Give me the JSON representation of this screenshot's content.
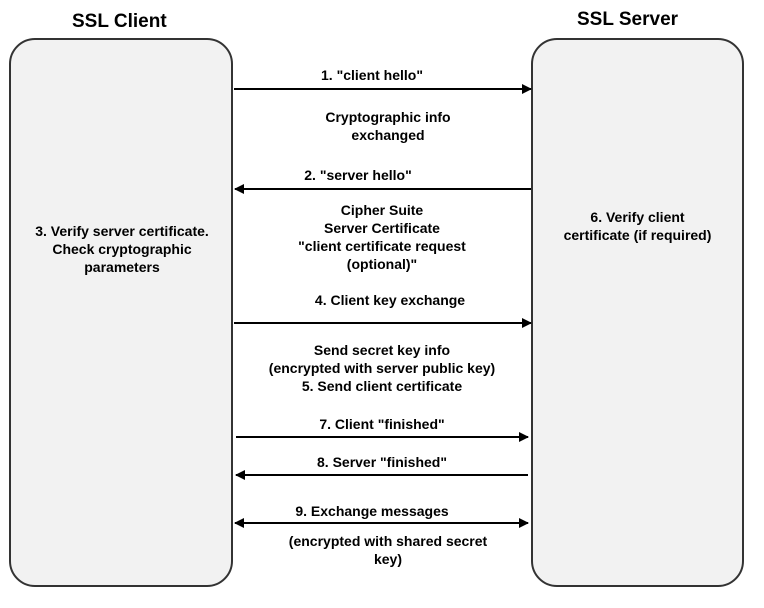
{
  "client": {
    "title": "SSL Client",
    "note_lines": [
      "3. Verify server certificate.",
      "Check cryptographic",
      "parameters"
    ]
  },
  "server": {
    "title": "SSL Server",
    "note_lines": [
      "6. Verify client",
      "certificate (if required)"
    ]
  },
  "messages": [
    {
      "label": "1. \"client hello\"",
      "direction": "client-to-server"
    },
    {
      "label": "2. \"server hello\"",
      "direction": "server-to-client"
    },
    {
      "label": "4. Client key exchange",
      "direction": "client-to-server"
    },
    {
      "label": "7.  Client \"finished\"",
      "direction": "client-to-server"
    },
    {
      "label": "8. Server \"finished\"",
      "direction": "server-to-client"
    },
    {
      "label": "9. Exchange messages",
      "direction": "bidirectional"
    }
  ],
  "notes": {
    "crypto_info": [
      "Cryptographic info",
      "exchanged"
    ],
    "server_hello_details": [
      "Cipher Suite",
      "Server Certificate",
      "\"client certificate request",
      "(optional)\""
    ],
    "key_exchange_details": [
      "Send secret key info",
      "(encrypted with server public key)",
      "5. Send client certificate"
    ],
    "exchange_details": [
      "(encrypted with shared secret",
      "key)"
    ]
  },
  "colors": {
    "box_fill": "#f2f2f2",
    "box_border": "#333333",
    "arrow": "#000000"
  }
}
